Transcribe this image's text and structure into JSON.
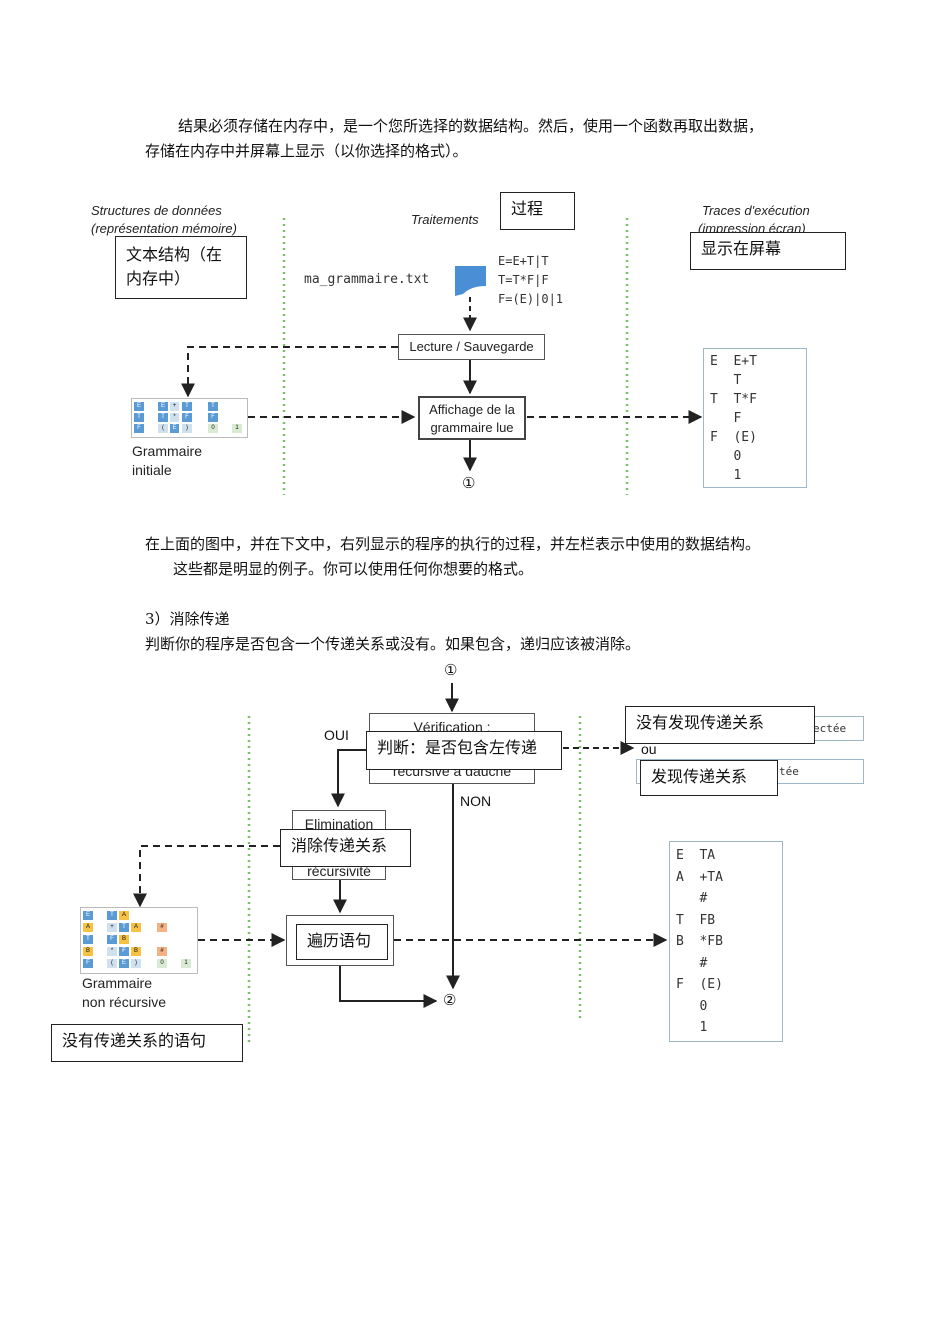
{
  "intro": {
    "line1": "结果必须存储在内存中，是一个您所选择的数据结构。然后，使用一个函数再取出数据，",
    "line2": "存储在内存中并屏幕上显示（以你选择的格式）。"
  },
  "diagram1": {
    "col_left_header": [
      "Structures de données",
      "(représentation mémoire)"
    ],
    "col_mid_header": "Traitements",
    "col_right_header": [
      "Traces d'exécution",
      "(impression écran)"
    ],
    "note_process": "过程",
    "note_text_struct": [
      "文本结构（在",
      "内存中）"
    ],
    "note_display": "显示在屏幕",
    "file_name": "ma_grammaire.txt",
    "file_content": [
      "E=E+T|T",
      "T=T*F|F",
      "F=(E)|0|1"
    ],
    "read_save": "Lecture / Sauvegarde",
    "display_grammar": [
      "Affichage de la",
      "grammaire lue"
    ],
    "marker": "①",
    "grammar_caption": [
      "Grammaire",
      "initiale"
    ],
    "trace_lines": [
      "E  E+T",
      "   T",
      "T  T*F",
      "   F",
      "F  (E)",
      "   0",
      "   1"
    ]
  },
  "middle": {
    "line1": "在上面的图中，并在下文中，右列显示的程序的执行的过程，并左栏表示中使用的数据结构。",
    "line2": "这些都是明显的例子。你可以使用任何你想要的格式。"
  },
  "section3": {
    "heading": "3）消除传递",
    "text": "判断你的程序是否包含一个传递关系或没有。如果包含，递归应该被消除。"
  },
  "diagram2": {
    "marker_top": "①",
    "marker_bottom": "②",
    "verification_partial_top": "Vérification :",
    "verification_partial_bottom": "récursive à gauche",
    "note_judge": "判断：是否包含左传递",
    "oui": "OUI",
    "non": "NON",
    "ou": "ou",
    "note_not_found": "没有发现传递关系",
    "note_found": "发现传递关系",
    "partial_detectee": "ectée",
    "partial_tee": "tée",
    "elimination_partial_top": "Elimination",
    "elimination_partial_bottom": "récursivité",
    "note_eliminate": "消除传递关系",
    "note_traverse": "遍历语句",
    "grammar_caption": [
      "Grammaire",
      "non récursive"
    ],
    "note_no_relation": "没有传递关系的语句",
    "trace_lines": [
      "E  TA",
      "A  +TA",
      "   #",
      "T  FB",
      "B  *FB",
      "   #",
      "F  (E)",
      "   0",
      "   1"
    ]
  }
}
